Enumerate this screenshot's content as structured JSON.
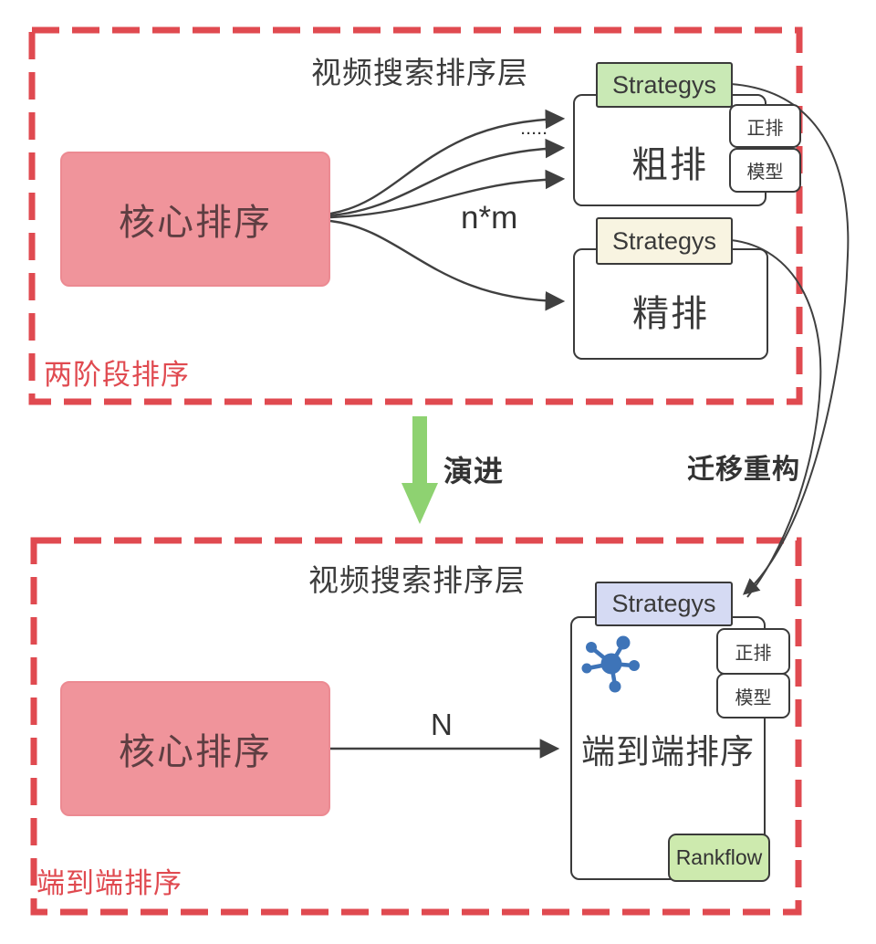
{
  "colors": {
    "dashed_border": "#e04a50",
    "pink_fill": "#f0949b",
    "green_tab": "#c9e9b5",
    "beige_tab": "#f8f4e1",
    "blue_tab": "#d5daf3",
    "rankflow_fill": "#cdeaae",
    "evolution_arrow": "#8ed271",
    "icon_blue": "#3e74b8",
    "line": "#404040",
    "red_text": "#e04a50"
  },
  "top_section": {
    "title": "视频搜索排序层",
    "stage_label": "两阶段排序",
    "core_label": "核心排序",
    "fan_label": "n*m",
    "dots": "·····",
    "coarse": {
      "tab": "Strategys",
      "name": "粗排"
    },
    "fine": {
      "tab": "Strategys",
      "name": "精排"
    },
    "forward_label": "正排",
    "model_label": "模型"
  },
  "middle": {
    "evolution_label": "演进",
    "migration_label": "迁移重构"
  },
  "bottom_section": {
    "title": "视频搜索排序层",
    "stage_label": "端到端排序",
    "core_label": "核心排序",
    "arrow_label": "N",
    "e2e": {
      "tab": "Strategys",
      "name": "端到端排序",
      "badge": "Rankflow"
    },
    "forward_label": "正排",
    "model_label": "模型"
  }
}
